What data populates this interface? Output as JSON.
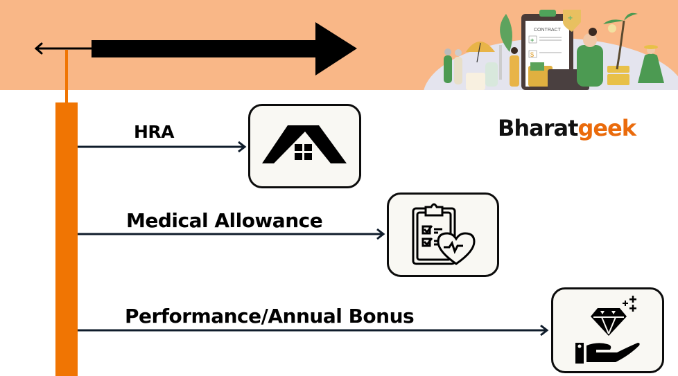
{
  "brand": {
    "part1": "Bharat",
    "part2": "geek",
    "colors": {
      "part1": "#111111",
      "part2": "#ea6b0c"
    }
  },
  "header": {
    "illustration": {
      "name": "insurance-benefits-illustration",
      "contract_text": "CONTRACT"
    }
  },
  "colors": {
    "banner": "#f9b787",
    "timeline_bar": "#f07503",
    "arrow": "#0f1c2b",
    "icon_box_bg": "#f9f8f3"
  },
  "items": [
    {
      "label": "HRA",
      "icon": "house-icon"
    },
    {
      "label": "Medical Allowance",
      "icon": "medical-clipboard-heart-icon"
    },
    {
      "label": "Performance/Annual Bonus",
      "icon": "diamond-hand-icon"
    }
  ]
}
